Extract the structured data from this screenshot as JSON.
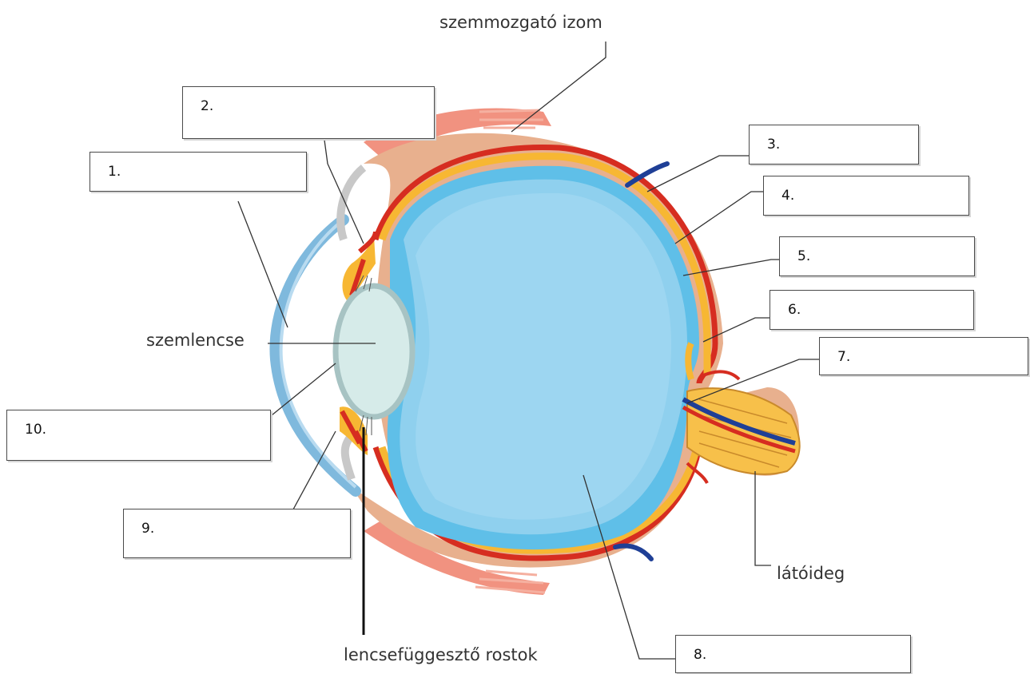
{
  "diagram": {
    "labels": {
      "muscle": "szemmozgató izom",
      "lens": "szemlencse",
      "optic_nerve": "látóideg",
      "zonular_fibers": "lencsefüggesztő rostok"
    },
    "answer_boxes": [
      {
        "number": "1.",
        "value": ""
      },
      {
        "number": "2.",
        "value": ""
      },
      {
        "number": "3.",
        "value": ""
      },
      {
        "number": "4.",
        "value": ""
      },
      {
        "number": "5.",
        "value": ""
      },
      {
        "number": "6.",
        "value": ""
      },
      {
        "number": "7.",
        "value": ""
      },
      {
        "number": "8.",
        "value": ""
      },
      {
        "number": "9.",
        "value": ""
      },
      {
        "number": "10.",
        "value": ""
      }
    ],
    "colors": {
      "vitreous": "#8fd0ee",
      "retina_band": "#5fbfe8",
      "choroid": "#f7b733",
      "vessel_red": "#d62d20",
      "vessel_blue": "#1f3f96",
      "sclera": "#e8b08e",
      "cornea": "#7fb9dd",
      "lens": "#d6ebe9",
      "muscle": "#ef7f6a"
    }
  }
}
